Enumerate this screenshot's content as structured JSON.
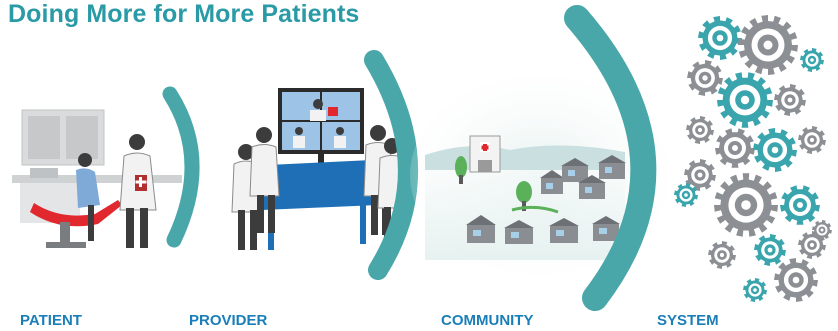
{
  "title": "Doing More for More Patients",
  "stages": [
    {
      "label": "PATIENT"
    },
    {
      "label": "PROVIDER"
    },
    {
      "label": "COMMUNITY"
    },
    {
      "label": "SYSTEM"
    }
  ],
  "colors": {
    "title": "#2a9aa6",
    "label": "#1a7fb8",
    "arc": "#4aa7a9",
    "table": "#1f6fb6",
    "chair": "#e0282e",
    "gear_teal": "#3aa5ad",
    "gear_gray": "#8c8f93",
    "person": "#3c3c3c"
  },
  "icons": [
    "arc-divider-icon",
    "gear-icon",
    "house-icon",
    "hospital-icon",
    "tree-icon",
    "monitor-icon",
    "person-icon",
    "dental-chair-icon"
  ]
}
